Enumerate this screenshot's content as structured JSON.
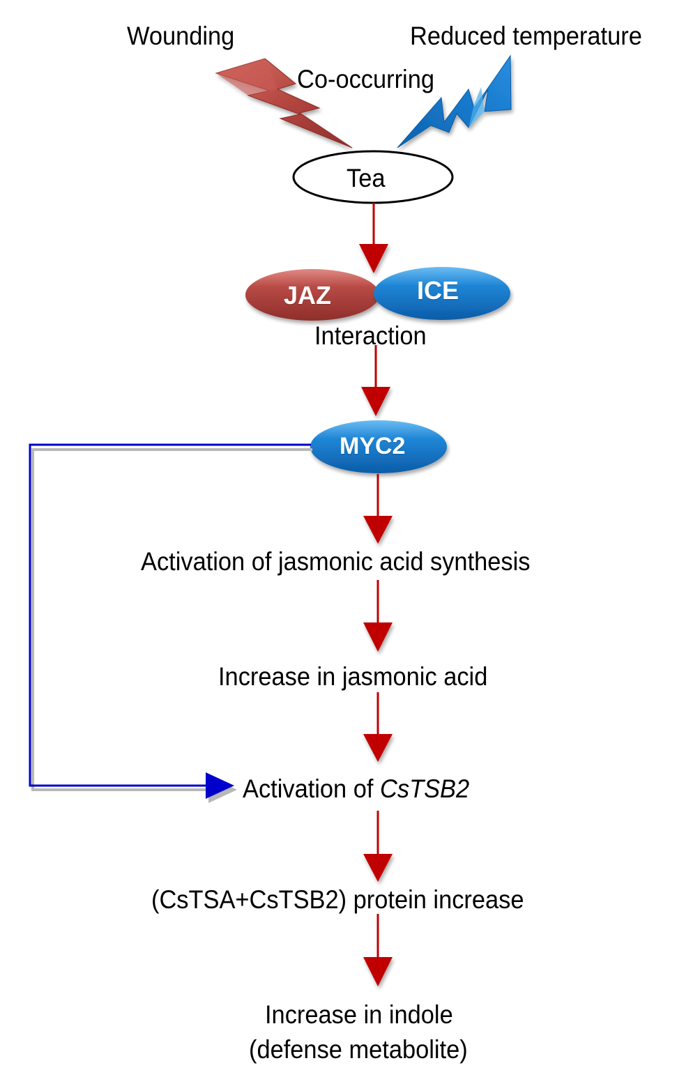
{
  "diagram": {
    "type": "signaling-pathway-flowchart",
    "colors": {
      "wounding": "#b0443f",
      "cold": "#1a7ac8",
      "flow_arrow": "#c00000",
      "feedback_arrow": "#0000cc",
      "jaz_node": "#a63c38",
      "blue_node": "#1d7bcc"
    },
    "stimuli": {
      "wounding": "Wounding",
      "reduced_temperature": "Reduced temperature",
      "co_occurring": "Co-occurring",
      "wounding_icon": "lightning-bolt-icon",
      "cold_icon": "lightning-bolt-icon"
    },
    "nodes": {
      "tea": "Tea",
      "jaz": "JAZ",
      "ice": "ICE",
      "interaction": "Interaction",
      "myc2": "MYC2"
    },
    "steps": {
      "ja_synthesis": "Activation of jasmonic acid synthesis",
      "ja_increase": "Increase in jasmonic acid",
      "cstsb2_prefix": "Activation of ",
      "cstsb2_gene": "CsTSB2",
      "protein_increase": "(CsTSA+CsTSB2) protein increase",
      "indole_line1": "Increase in indole",
      "indole_line2": "(defense metabolite)"
    },
    "edges": [
      {
        "from": "Tea",
        "to": "JAZ/ICE",
        "type": "activation"
      },
      {
        "from": "JAZ/ICE",
        "to": "MYC2",
        "type": "activation"
      },
      {
        "from": "MYC2",
        "to": "Activation of jasmonic acid synthesis",
        "type": "activation"
      },
      {
        "from": "Activation of jasmonic acid synthesis",
        "to": "Increase in jasmonic acid",
        "type": "activation"
      },
      {
        "from": "Increase in jasmonic acid",
        "to": "Activation of CsTSB2",
        "type": "activation"
      },
      {
        "from": "MYC2",
        "to": "Activation of CsTSB2",
        "type": "direct-activation"
      },
      {
        "from": "Activation of CsTSB2",
        "to": "(CsTSA+CsTSB2) protein increase",
        "type": "activation"
      },
      {
        "from": "(CsTSA+CsTSB2) protein increase",
        "to": "Increase in indole (defense metabolite)",
        "type": "activation"
      }
    ]
  }
}
